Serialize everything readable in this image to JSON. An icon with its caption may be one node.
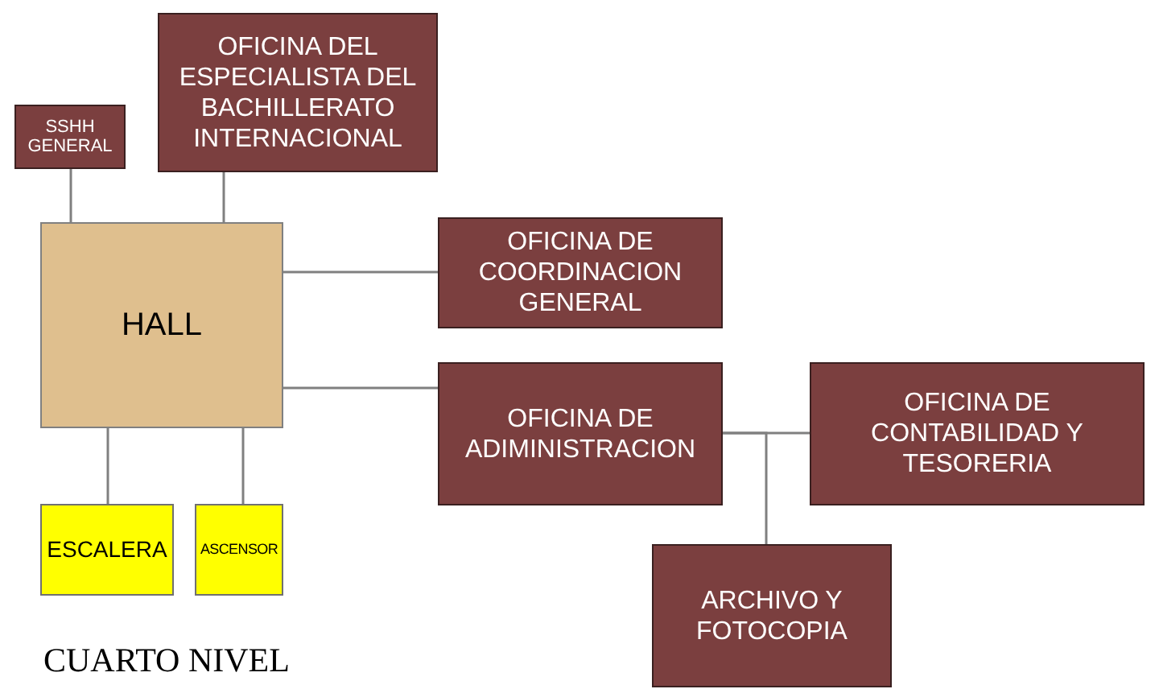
{
  "diagram": {
    "nodes": [
      {
        "text": [
          "SSHH GENERAL"
        ]
      },
      {
        "text": [
          "OFICINA DEL ESPECIALISTA DEL BACHILLERATO INTERNACIONAL"
        ]
      },
      {
        "text": [
          "HALL"
        ]
      },
      {
        "text": [
          "OFICINA DE COORDINACION GENERAL"
        ]
      },
      {
        "text": [
          "OFICINA DE ADIMINISTRACION"
        ]
      },
      {
        "text": [
          "OFICINA DE CONTABILIDAD Y TESORERIA"
        ]
      },
      {
        "text": [
          "ESCALERA"
        ]
      },
      {
        "text": [
          "ASCENSOR"
        ]
      },
      {
        "text": [
          "ARCHIVO Y FOTOCOPIA"
        ]
      }
    ],
    "edges": [
      {
        "from": 0,
        "to": 2,
        "arrow": "none"
      },
      {
        "from": 1,
        "to": 2,
        "arrow": "none"
      },
      {
        "from": 2,
        "to": 3,
        "arrow": "none"
      },
      {
        "from": 2,
        "to": 4,
        "arrow": "none"
      },
      {
        "from": 2,
        "to": 6,
        "arrow": "none"
      },
      {
        "from": 2,
        "to": 7,
        "arrow": "none"
      },
      {
        "from": 4,
        "to": 5,
        "arrow": "none"
      },
      {
        "from": 4,
        "to": 8,
        "arrow": "none"
      }
    ],
    "labels": [
      "CUARTO NIVEL"
    ]
  }
}
